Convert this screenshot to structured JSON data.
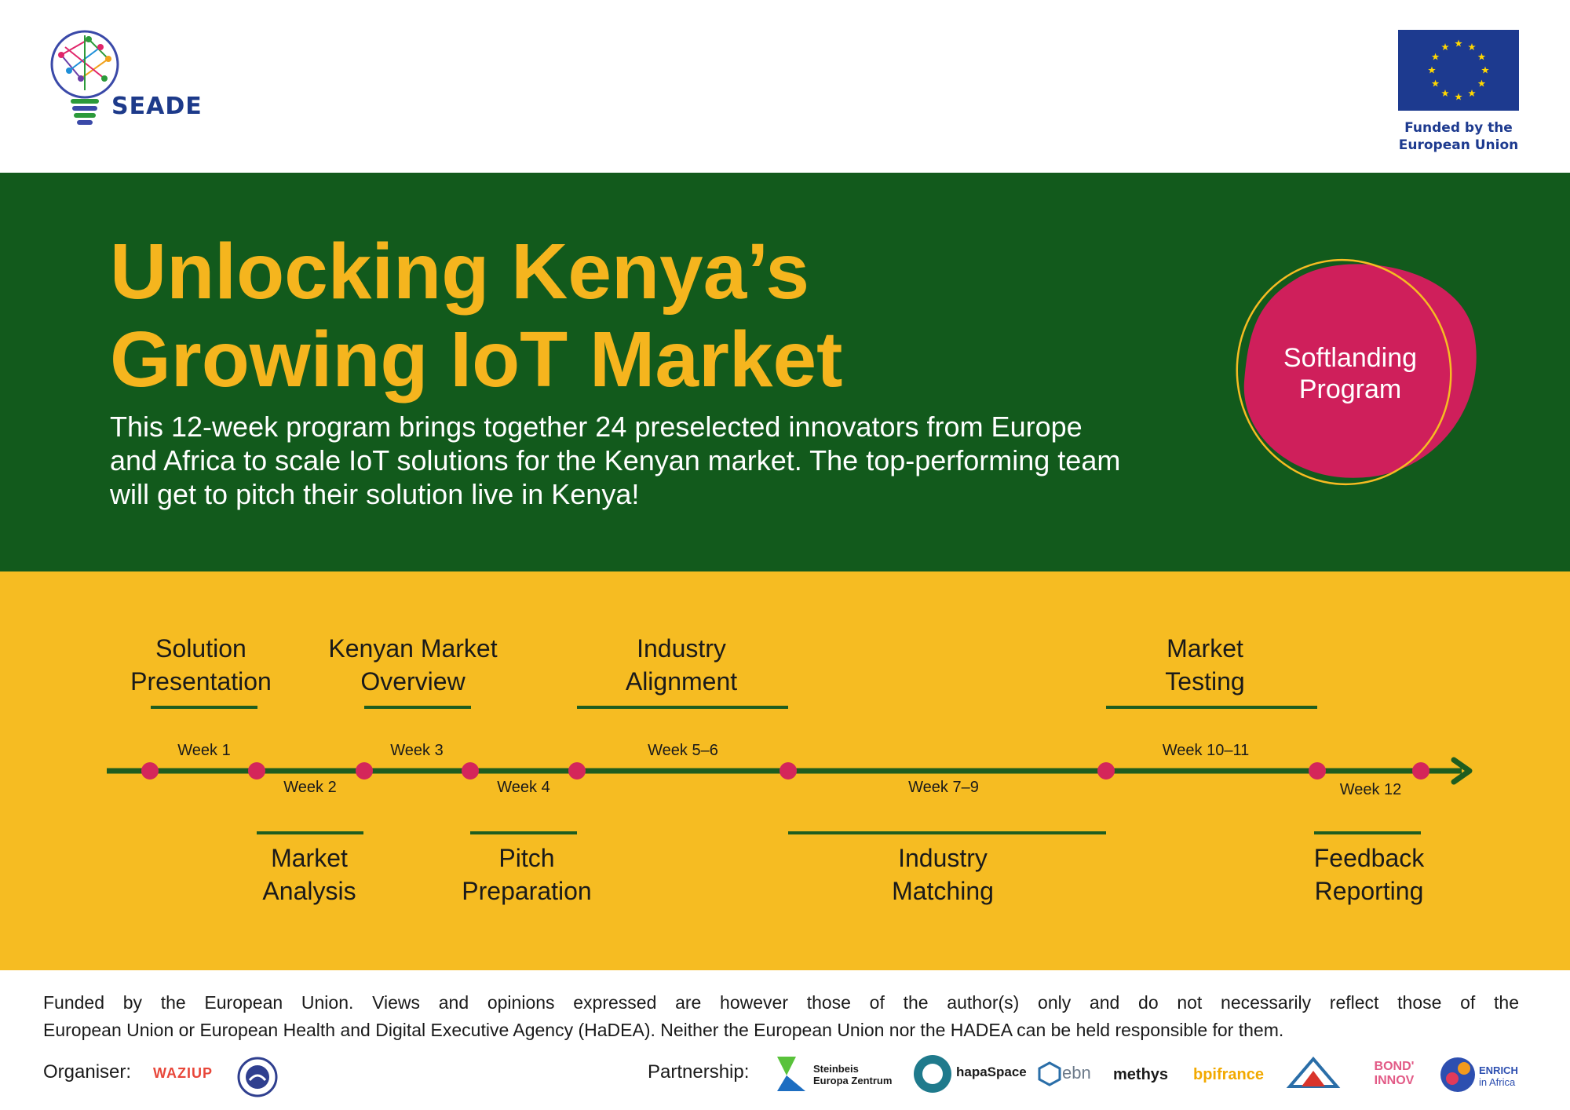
{
  "header": {
    "logo_text": "SEADE",
    "eu_caption_line1": "Funded by the",
    "eu_caption_line2": "European Union"
  },
  "hero": {
    "title_line1": "Unlocking Kenya’s",
    "title_line2": "Growing IoT Market",
    "description": "This 12-week program brings together 24 preselected innovators from Europe and Africa to scale IoT solutions for the Kenyan market. The top-performing team will get to pitch their solution live in Kenya!",
    "badge_line1": "Softlanding",
    "badge_line2": "Program"
  },
  "timeline": {
    "top_stages": [
      {
        "line1": "Solution",
        "line2": "Presentation"
      },
      {
        "line1": "Kenyan Market",
        "line2": "Overview"
      },
      {
        "line1": "Industry",
        "line2": "Alignment"
      },
      {
        "line1": "Market",
        "line2": "Testing"
      }
    ],
    "bottom_stages": [
      {
        "line1": "Market",
        "line2": "Analysis"
      },
      {
        "line1": "Pitch",
        "line2": "Preparation"
      },
      {
        "line1": "Industry",
        "line2": "Matching"
      },
      {
        "line1": "Feedback",
        "line2": "Reporting"
      }
    ],
    "top_weeks": [
      "Week 1",
      "Week 3",
      "Week 5–6",
      "Week 10–11"
    ],
    "bottom_weeks": [
      "Week 2",
      "Week 4",
      "Week 7–9",
      "Week 12"
    ],
    "line_color": "#1e5d1f",
    "dot_color": "#d4265a"
  },
  "footer": {
    "disclaimer_line1": "Funded by the European Union. Views and opinions expressed are however those of the author(s) only and do not necessarily reflect those of the",
    "disclaimer_line2": "European Union or European Health and Digital Executive Agency (HaDEA). Neither the European Union nor the HADEA can be held responsible for them.",
    "organiser_label": "Organiser:",
    "partnership_label": "Partnership:",
    "organiser_logos": [
      "WAZIUP"
    ],
    "partner_logos": [
      {
        "line1": "Steinbeis",
        "line2": "Europa Zentrum"
      },
      {
        "text": "hapaSpace"
      },
      {
        "text": "ebn"
      },
      {
        "text": "methys"
      },
      {
        "text": "bpifrance"
      },
      {
        "text": "BOND' INNOV"
      },
      {
        "line1": "ENRICH",
        "line2": "in Africa"
      }
    ]
  },
  "colors": {
    "green": "#125a1c",
    "yellow": "#f6bc22",
    "title_yellow": "#f5b51e",
    "badge_pink": "#cf1f5b",
    "eu_blue": "#1d3a8f"
  }
}
